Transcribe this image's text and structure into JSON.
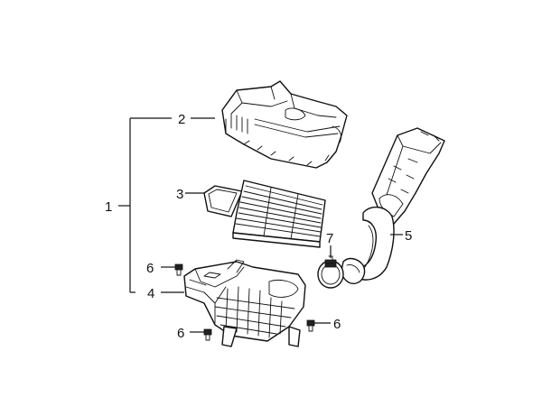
{
  "labels": {
    "assembly": "1",
    "upper_cover": "2",
    "filter_element": "3",
    "lower_housing": "4",
    "intake_duct": "5",
    "bolt_left": "6",
    "bolt_bottom": "6",
    "bolt_right": "6",
    "hose_clamp": "7"
  },
  "colors": {
    "line": "#111111",
    "background": "#ffffff"
  }
}
